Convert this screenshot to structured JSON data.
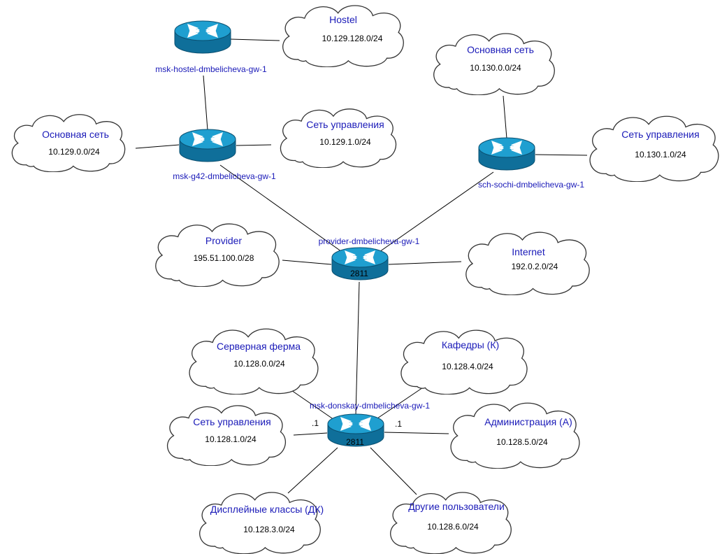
{
  "colors": {
    "label_blue": "#1a1ab8",
    "router_top": "#1f9fd0",
    "router_side": "#0f6f9a",
    "router_arrow": "#ffffff",
    "link": "#000000",
    "cloud_stroke": "#333333"
  },
  "routers": {
    "hostel": {
      "label": "msk-hostel-dmbelicheva-gw-1",
      "model": ""
    },
    "g42": {
      "label": "msk-g42-dmbelicheva-gw-1",
      "model": ""
    },
    "sochi": {
      "label": "sch-sochi-dmbelicheva-gw-1",
      "model": ""
    },
    "provider": {
      "label": "provider-dmbelicheva-gw-1",
      "model": "2811"
    },
    "donskay": {
      "label": "msk-donskay-dmbelicheva-gw-1",
      "model": "2811"
    }
  },
  "clouds": {
    "hostel": {
      "title": "Hostel",
      "subnet": "10.129.128.0/24"
    },
    "g42_main": {
      "title": "Основная сеть",
      "subnet": "10.129.0.0/24"
    },
    "g42_mgmt": {
      "title": "Сеть управления",
      "subnet": "10.129.1.0/24"
    },
    "sochi_main": {
      "title": "Основная сеть",
      "subnet": "10.130.0.0/24"
    },
    "sochi_mgmt": {
      "title": "Сеть управления",
      "subnet": "10.130.1.0/24"
    },
    "provider": {
      "title": "Provider",
      "subnet": "195.51.100.0/28"
    },
    "internet": {
      "title": "Internet",
      "subnet": "192.0.2.0/24"
    },
    "server_farm": {
      "title": "Серверная ферма",
      "subnet": "10.128.0.0/24"
    },
    "departments": {
      "title": "Кафедры (К)",
      "subnet": "10.128.4.0/24"
    },
    "donskay_mgmt": {
      "title": "Сеть управления",
      "subnet": "10.128.1.0/24"
    },
    "administration": {
      "title": "Администрация (А)",
      "subnet": "10.128.5.0/24"
    },
    "display_classes": {
      "title": "Дисплейные классы (ДК)",
      "subnet": "10.128.3.0/24"
    },
    "other_users": {
      "title": "Другие пользователи",
      "subnet": "10.128.6.0/24"
    }
  },
  "interface_labels": {
    "donskay_left": ".1",
    "donskay_right": ".1"
  }
}
